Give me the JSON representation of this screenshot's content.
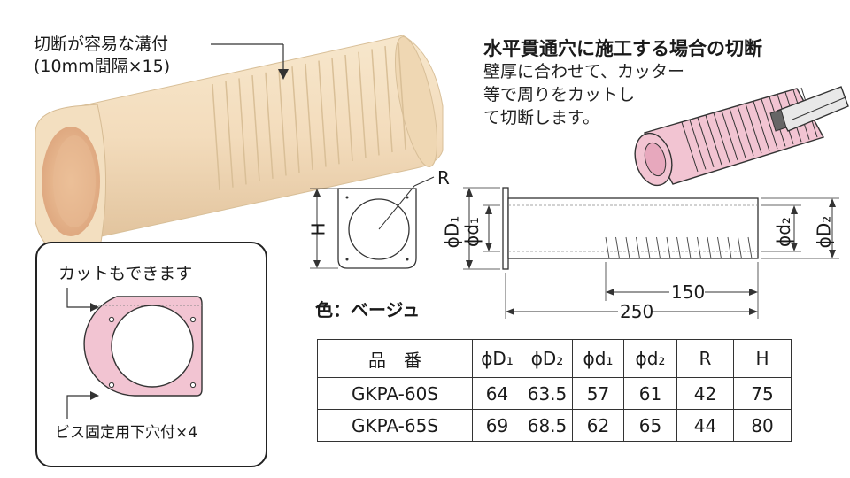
{
  "groove_label": {
    "line1": "切断が容易な溝付",
    "line2": "(10mm間隔×15)"
  },
  "horizontal_cut": {
    "title": "水平貫通穴に施工する場合の切断",
    "line1": "壁厚に合わせて、カッター",
    "line2": "等で周りをカットし",
    "line3": "て切断します。"
  },
  "inset": {
    "cut_label": "カットもできます",
    "hole_label": "ビス固定用下穴付×4"
  },
  "diagram": {
    "r": "R",
    "h": "H",
    "d1_outer": "ϕD₁",
    "d1_inner": "ϕd₁",
    "d2_inner": "ϕd₂",
    "d2_outer": "ϕD₂",
    "len_150": "150",
    "len_250": "250"
  },
  "color_label": "色：ベージュ",
  "spec_table": {
    "headers": [
      "品　番",
      "ϕD₁",
      "ϕD₂",
      "ϕd₁",
      "ϕd₂",
      "R",
      "H"
    ],
    "rows": [
      [
        "GKPA-60S",
        "64",
        "63.5",
        "57",
        "61",
        "42",
        "75"
      ],
      [
        "GKPA-65S",
        "69",
        "68.5",
        "62",
        "65",
        "44",
        "80"
      ]
    ]
  },
  "colors": {
    "beige": "#f3dfc0",
    "beige_dark": "#dcc09a",
    "pink": "#f2c4d2",
    "pink_dark": "#d89bb0",
    "line": "#333333"
  }
}
